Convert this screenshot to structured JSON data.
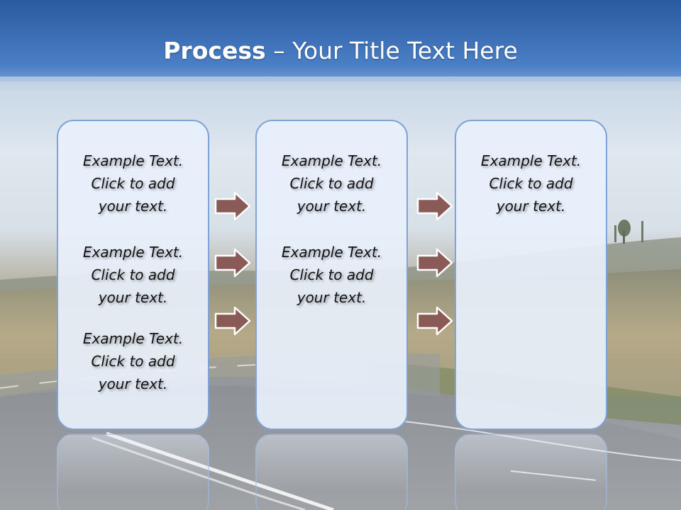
{
  "slide": {
    "title_bold": "Process",
    "title_rest": "– Your Title Text Here",
    "columns": [
      {
        "blocks": [
          {
            "line1": "Example Text.",
            "line2": "Click  to add",
            "line3": "your text."
          },
          {
            "line1": "Example Text.",
            "line2": "Click  to add",
            "line3": "your text."
          },
          {
            "line1": "Example Text.",
            "line2": "Click  to add",
            "line3": "your text."
          }
        ]
      },
      {
        "blocks": [
          {
            "line1": "Example Text.",
            "line2": "Click  to add",
            "line3": "your text."
          },
          {
            "line1": "Example Text.",
            "line2": "Click  to add",
            "line3": "your text."
          }
        ]
      },
      {
        "blocks": [
          {
            "line1": "Example Text.",
            "line2": "Click  to add",
            "line3": "your text."
          }
        ]
      }
    ]
  },
  "colors": {
    "header_blue": "#2d5fa3",
    "panel_fill": "#e8f0fb",
    "panel_border": "#7fa3d6",
    "arrow_fill": "#8a5a56",
    "arrow_stroke": "#ffffff"
  },
  "icons": {
    "arrow": "right-arrow-icon"
  }
}
